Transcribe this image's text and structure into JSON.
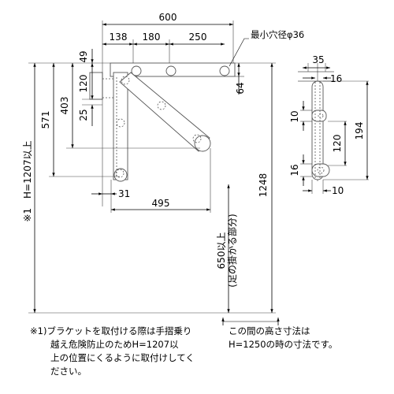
{
  "drawing": {
    "top": {
      "total_width": "600",
      "seg1": "138",
      "seg2": "180",
      "seg3": "250",
      "hole_note": "最小穴径φ36"
    },
    "left_dims": {
      "d49": "49",
      "d120": "120",
      "d25": "25",
      "d403": "403",
      "d571": "571"
    },
    "right_dims": {
      "d64": "64",
      "d1248": "1248"
    },
    "bottom_dims": {
      "d31": "31",
      "d495": "495"
    },
    "height_label": "※1　H=1207以上",
    "foot_label_main": "650以上",
    "foot_label_paren": "(足の掛かる部分)",
    "side_view": {
      "d35": "35",
      "d16_top": "16",
      "d10_top": "10",
      "d120": "120",
      "d194": "194",
      "d16_bot": "16",
      "d10_bot": "10"
    }
  },
  "notes": {
    "note1_lines": [
      "※1)ブラケットを取付ける際は手摺乗り",
      "越え危険防止のためH=1207以",
      "上の位置にくるように取付けしてく",
      "ださい。"
    ],
    "note2_lines": [
      "この間の高さ寸法は",
      "H=1250の時の寸法です。"
    ]
  }
}
